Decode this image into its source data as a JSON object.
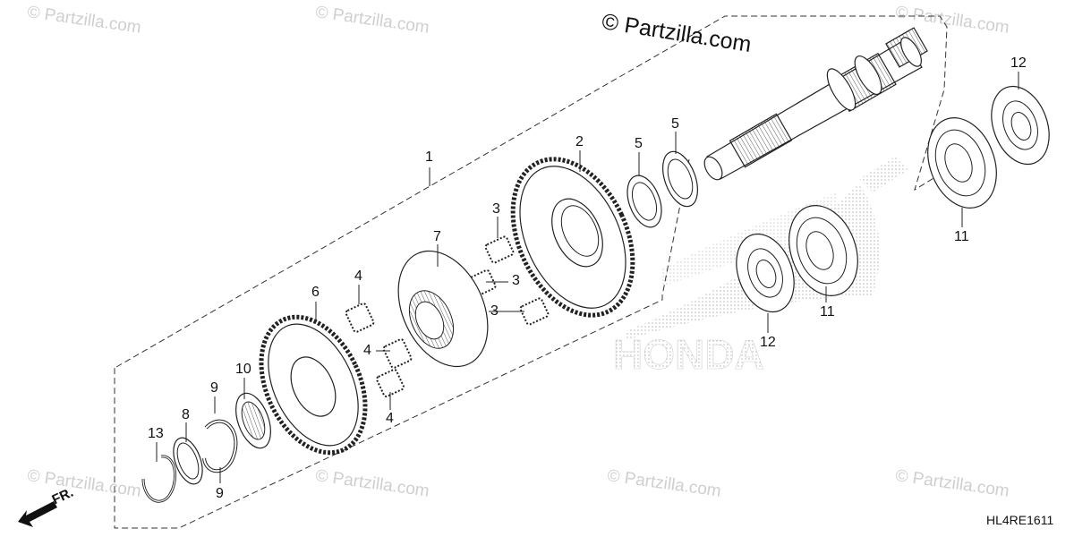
{
  "watermark_text": "© Partzilla.com",
  "copyright": "© Partzilla.com",
  "diagram_code": "HL4RE1611",
  "direction_label": "FR.",
  "brand_logo_text": "HONDA",
  "callouts": {
    "c1": "1",
    "c2": "2",
    "c3a": "3",
    "c3b": "3",
    "c3c": "3",
    "c4a": "4",
    "c4b": "4",
    "c4c": "4",
    "c5a": "5",
    "c5b": "5",
    "c6": "6",
    "c7": "7",
    "c8": "8",
    "c9a": "9",
    "c9b": "9",
    "c10": "10",
    "c11a": "11",
    "c11b": "11",
    "c12a": "12",
    "c12b": "12",
    "c13": "13"
  }
}
